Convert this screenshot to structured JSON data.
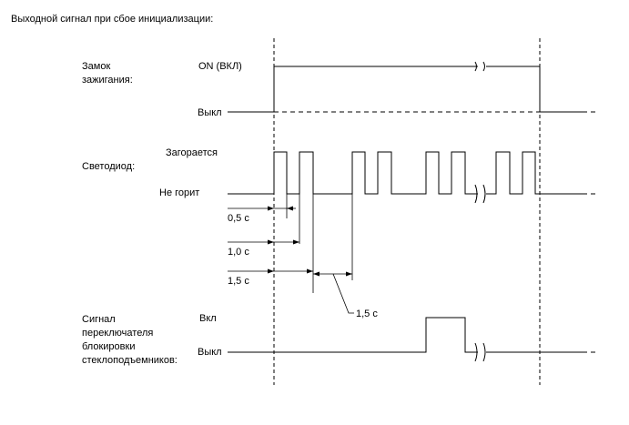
{
  "title": "Выходной сигнал при сбое инициализации:",
  "rows": {
    "ignition": {
      "label_lines": [
        "Замок",
        "зажигания:"
      ],
      "high_label": "ON (ВКЛ)",
      "low_label": "Выкл"
    },
    "led": {
      "label": "Светодиод:",
      "high_label": "Загорается",
      "low_label": "Не горит"
    },
    "window_lock": {
      "label_lines": [
        "Сигнал",
        "переключателя",
        "блокировки",
        "стеклоподъемников:"
      ],
      "high_label": "Вкл",
      "low_label": "Выкл"
    }
  },
  "dimensions": {
    "d1": "0,5 с",
    "d2": "1,0 с",
    "d3": "1,5 с",
    "d4": "1,5 с"
  }
}
